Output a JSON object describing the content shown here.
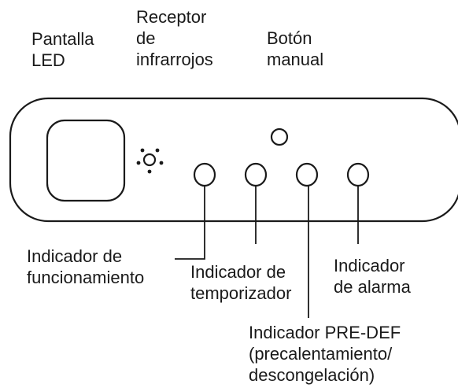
{
  "labels": {
    "led_display": [
      "Pantalla",
      "LED"
    ],
    "ir_receiver": [
      "Receptor",
      "de",
      "infrarrojos"
    ],
    "manual_button": [
      "Botón",
      "manual"
    ],
    "operation_indicator": [
      "Indicador de",
      "funcionamiento"
    ],
    "timer_indicator": [
      "Indicador de",
      "temporizador"
    ],
    "alarm_indicator": [
      "Indicador",
      "de alarma"
    ],
    "predef_indicator": [
      "Indicador PRE-DEF",
      "(precalentamiento/",
      "descongelación)"
    ]
  }
}
